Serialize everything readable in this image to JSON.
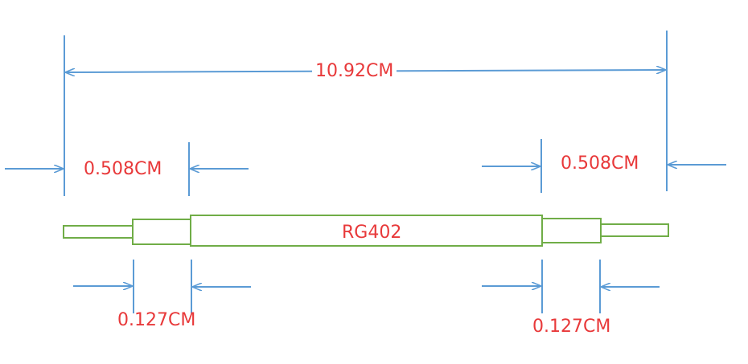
{
  "title": "",
  "colors": {
    "dimension_line": "#5b9bd5",
    "outline": "#70ad47",
    "label": "#e8393a",
    "background": "#ffffff"
  },
  "labels": {
    "overall_length": "10.92CM",
    "left_outer_step": "0.508CM",
    "right_outer_step": "0.508CM",
    "left_inner_step": "0.127CM",
    "right_inner_step": "0.127CM",
    "cable_name": "RG402"
  }
}
